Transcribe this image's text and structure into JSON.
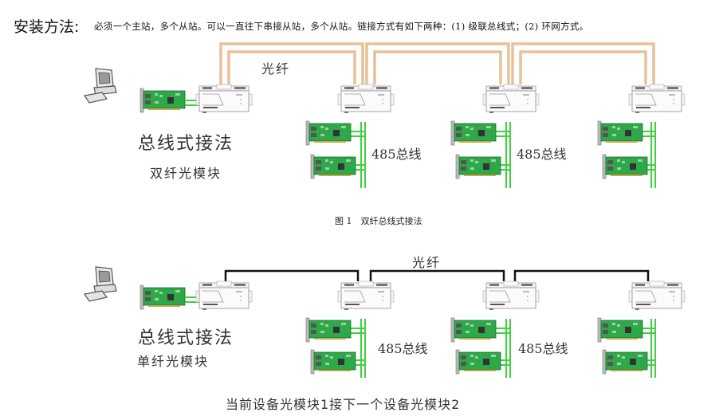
{
  "header": {
    "title": "安装方法:",
    "description": "必须一个主站，多个从站。可以一直往下串接从站，多个从站。链接方式有如下两种：(1) 级联总线式；(2) 环网方式。"
  },
  "figure1": {
    "fiber_label": "光纤",
    "method_label": "总线式接法",
    "module_label": "双纤光模块",
    "bus_label_1": "485总线",
    "bus_label_2": "485总线",
    "caption": "图 1　双纤总线式接法",
    "fiber_color": "#d9a066"
  },
  "figure2": {
    "fiber_label": "光纤",
    "method_label": "总线式接法",
    "module_label": "单纤光模块",
    "bus_label_1": "485总线",
    "bus_label_2": "485总线",
    "caption": "当前设备光模块1接下一个设备光模块2",
    "fiber_color": "#111111"
  },
  "colors": {
    "bus": "#3fd13f",
    "card": "#2fa84a",
    "device_outline": "#9a9a9a"
  }
}
